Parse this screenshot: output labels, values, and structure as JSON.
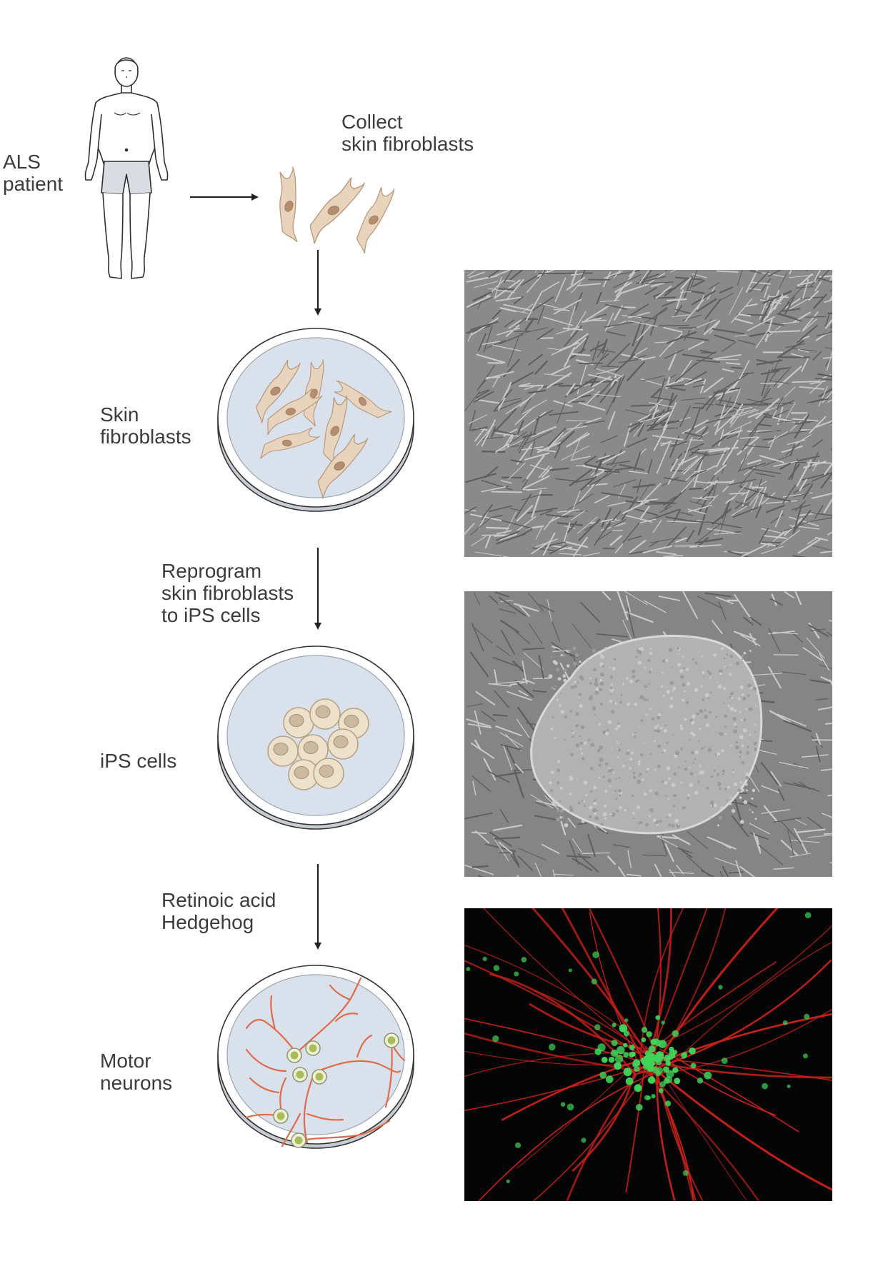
{
  "labels": {
    "patient": [
      "ALS",
      "patient"
    ],
    "collect": [
      "Collect",
      "skin fibroblasts"
    ],
    "skin": [
      "Skin",
      "fibroblasts"
    ],
    "reprogram": [
      "Reprogram",
      "skin fibroblasts",
      "to iPS cells"
    ],
    "ips": [
      "iPS cells"
    ],
    "factors": [
      "Retinoic acid",
      "Hedgehog"
    ],
    "motor": [
      "Motor",
      "neurons"
    ]
  },
  "colors": {
    "fibroblast_fill": "#e8d3bd",
    "fibroblast_stroke": "#b89a7e",
    "nucleus": "#b58e70",
    "ips_fill": "#ede1cc",
    "ips_stroke": "#b8a283",
    "dish_medium": "#d9e2ec",
    "dish_rim": "#c7ccd3",
    "neurite": "#e06a4a",
    "soma": "#a9bc55",
    "micrograph_gray": "#8a8a8a",
    "fluorescence_red": "#c8201a",
    "fluorescence_green": "#3fd45a"
  },
  "icons": {
    "patient": "human-figure-icon",
    "cells": "fibroblast-cell-icon",
    "dish": "petri-dish-icon",
    "arrow": "arrow-icon"
  }
}
